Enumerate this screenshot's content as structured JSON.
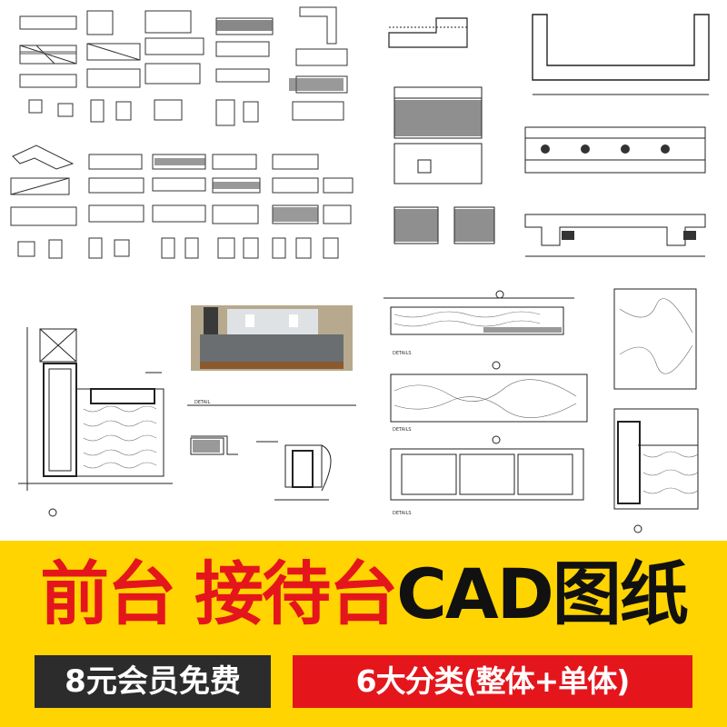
{
  "banner": {
    "title_part1": "前台",
    "title_part2": "接待台",
    "title_part3": "CAD图纸",
    "left_badge": "8元会员免费",
    "right_badge": "6大分类(整体+单体)"
  },
  "drawings": {
    "detail_label": "DETAILS",
    "detail_title": "DETAIL"
  },
  "colors": {
    "banner_bg": "#ffd400",
    "title_red": "#e4161c",
    "title_black": "#111111",
    "badge_dark": "#2c2c2c",
    "badge_red": "#e4161c",
    "photo_marble": "#6a6e70"
  }
}
